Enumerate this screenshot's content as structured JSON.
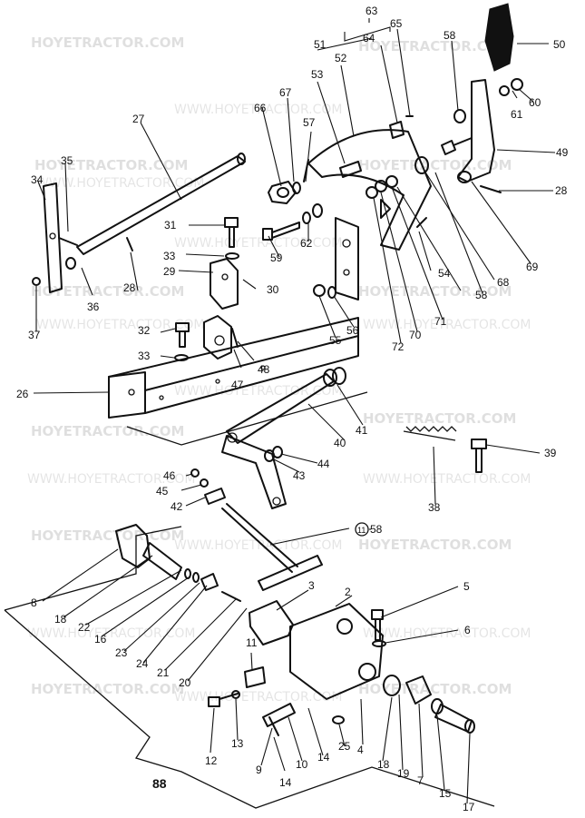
{
  "watermarks": [
    "HOYETRACTOR.COM",
    "WWW.HOYETRACTOR.COM"
  ],
  "page_number": "88",
  "callouts": [
    "2",
    "3",
    "4",
    "5",
    "6",
    "7",
    "8",
    "9",
    "10",
    "11",
    "12",
    "13",
    "14",
    "15",
    "16",
    "17",
    "18",
    "19",
    "20",
    "21",
    "22",
    "23",
    "24",
    "25",
    "26",
    "27",
    "28",
    "29",
    "30",
    "31",
    "32",
    "33",
    "34",
    "35",
    "36",
    "37",
    "38",
    "39",
    "40",
    "41",
    "42",
    "43",
    "44",
    "45",
    "46",
    "47",
    "48",
    "49",
    "50",
    "51",
    "52",
    "53",
    "54",
    "55",
    "56",
    "57",
    "58",
    "59",
    "60",
    "61",
    "62",
    "63",
    "64",
    "65",
    "66",
    "67",
    "68",
    "69",
    "70",
    "71",
    "72"
  ],
  "reference_label": {
    "circled": "11",
    "text": "58"
  }
}
